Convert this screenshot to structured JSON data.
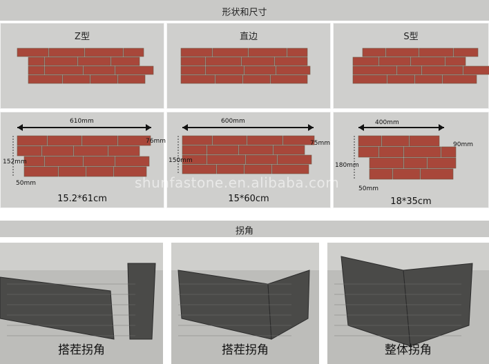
{
  "sections": {
    "shape_title": "形状和尺寸",
    "corner_title": "拐角"
  },
  "shapes": [
    {
      "name": "Z型"
    },
    {
      "name": "直边"
    },
    {
      "name": "S型"
    }
  ],
  "dimensions": [
    {
      "width": "610mm",
      "row_height": "76mm",
      "total_height": "152mm",
      "depth": "50mm",
      "size": "15.2*61cm"
    },
    {
      "width": "600mm",
      "row_height": "75mm",
      "total_height": "150mm",
      "depth": "",
      "size": "15*60cm"
    },
    {
      "width": "400mm",
      "row_height": "90mm",
      "total_height": "180mm",
      "depth": "50mm",
      "size": "18*35cm"
    }
  ],
  "watermark": "shunfastone.en.alibaba.com",
  "corners": [
    {
      "caption": "搭茬拐角"
    },
    {
      "caption": "搭茬拐角"
    },
    {
      "caption": "整体拐角"
    }
  ],
  "colors": {
    "band": "#c9c9c7",
    "panel": "#cfcfcd",
    "stone_yellow": "#d7a247",
    "stone_orange": "#c8733a",
    "stone_red": "#a8473a",
    "stone_olive": "#a99a64",
    "stone_dark": "#5a4a44",
    "stone_grey": "#a3a3a3",
    "stone_cream": "#d9c4a0"
  }
}
